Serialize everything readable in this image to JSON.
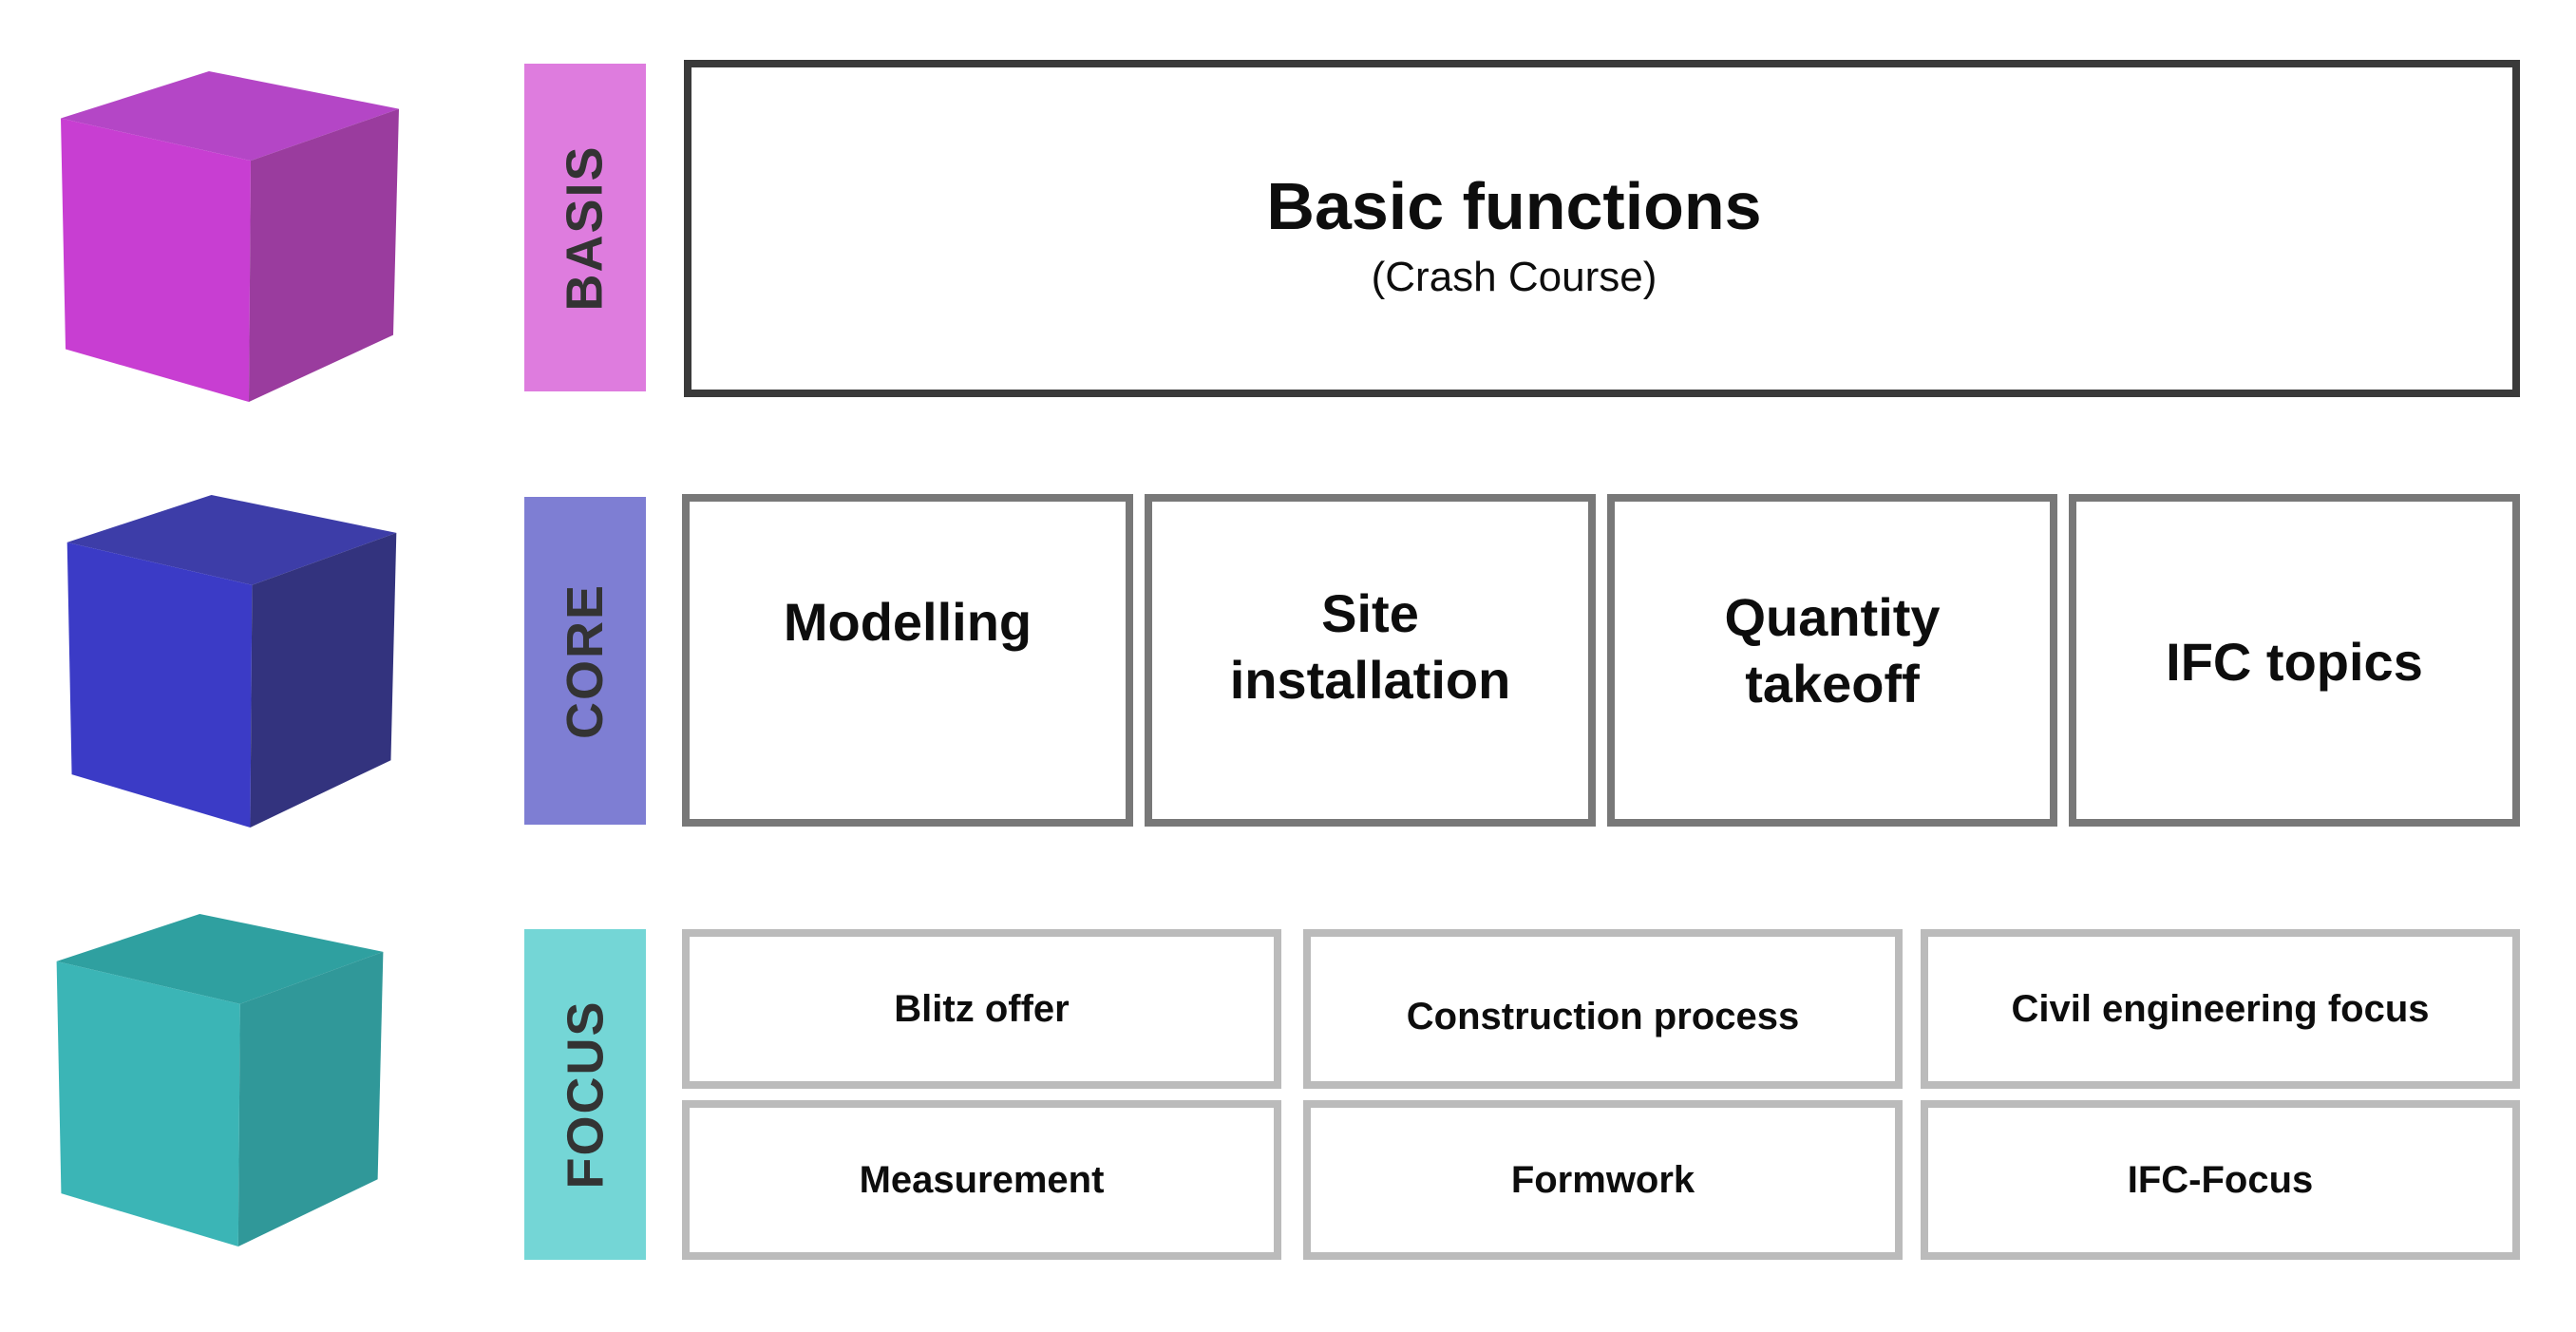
{
  "basis": {
    "label": "BASIS",
    "title": "Basic functions",
    "subtitle": "(Crash Course)"
  },
  "core": {
    "label": "CORE",
    "boxes": [
      {
        "label": "Modelling"
      },
      {
        "label": "Site\ninstallation"
      },
      {
        "label": "Quantity\ntakeoff"
      },
      {
        "label": "IFC topics"
      }
    ]
  },
  "focus": {
    "label": "FOCUS",
    "boxes": [
      {
        "label": "Blitz offer"
      },
      {
        "label": "Construction process"
      },
      {
        "label": "Civil engineering focus"
      },
      {
        "label": "Measurement"
      },
      {
        "label": "Formwork"
      },
      {
        "label": "IFC-Focus"
      }
    ]
  },
  "colors": {
    "basis_bar": "#DE7CDE",
    "core_bar": "#7E7ED3",
    "focus_bar": "#74D6D6",
    "bar_text": "#333333",
    "basis_box_border": "#3A3A3A",
    "core_box_border": "#787878",
    "focus_box_border": "#BBBBBB",
    "text": "#0D0D0D",
    "cube_magenta": {
      "top": "#B446C6",
      "front": "#C83ED2",
      "side": "#9A3C9E"
    },
    "cube_blue": {
      "top": "#3D3DA8",
      "front": "#3B3BC6",
      "side": "#33337E"
    },
    "cube_teal": {
      "top": "#2FA0A0",
      "front": "#3BB5B6",
      "side": "#309899"
    }
  }
}
